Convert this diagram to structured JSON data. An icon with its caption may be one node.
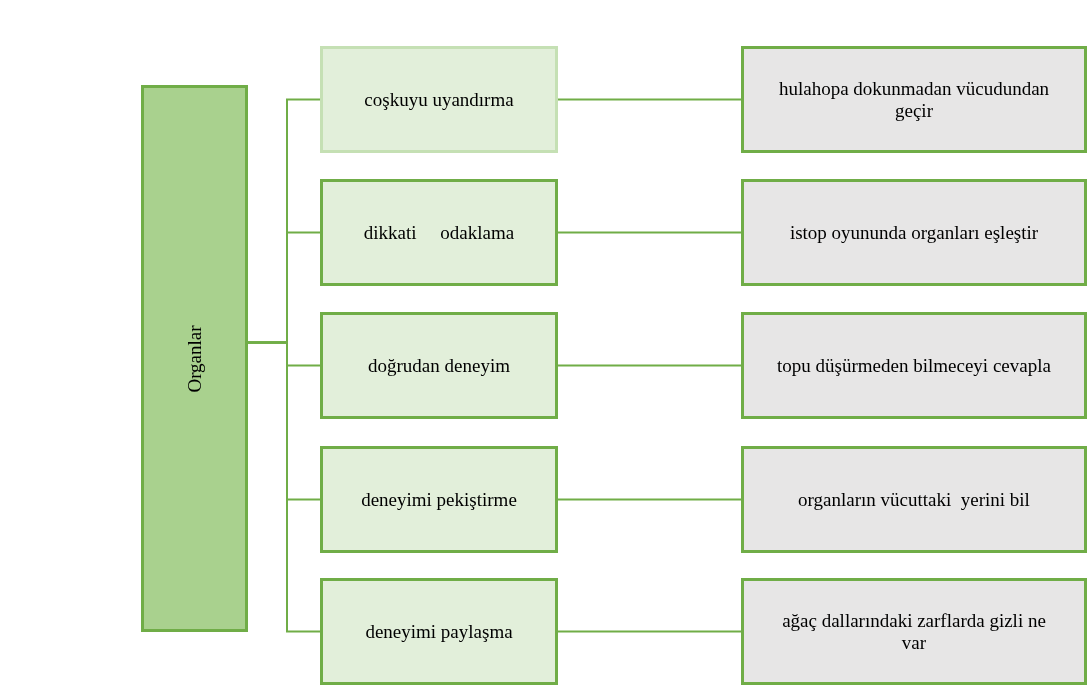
{
  "diagram": {
    "nodes": [
      {
        "text": [
          "Organlar"
        ]
      },
      {
        "text": [
          "coşkuyu uyandırma"
        ]
      },
      {
        "text": [
          "hulahopa dokunmadan vücudundan geçir"
        ]
      },
      {
        "text": [
          "dikkati     odaklama"
        ]
      },
      {
        "text": [
          "istop oyununda organları eşleştir"
        ]
      },
      {
        "text": [
          "doğrudan deneyim"
        ]
      },
      {
        "text": [
          "topu düşürmeden bilmeceyi cevapla"
        ]
      },
      {
        "text": [
          "deneyimi pekiştirme"
        ]
      },
      {
        "text": [
          "organların vücuttaki  yerini bil"
        ]
      },
      {
        "text": [
          "deneyimi paylaşma"
        ]
      },
      {
        "text": [
          "ağaç dallarındaki zarflarda gizli ne var"
        ]
      }
    ],
    "edges": [
      {
        "from": 0,
        "to": 1,
        "arrow": "none"
      },
      {
        "from": 0,
        "to": 3,
        "arrow": "none"
      },
      {
        "from": 0,
        "to": 5,
        "arrow": "none"
      },
      {
        "from": 0,
        "to": 7,
        "arrow": "none"
      },
      {
        "from": 0,
        "to": 9,
        "arrow": "none"
      },
      {
        "from": 1,
        "to": 2,
        "arrow": "none"
      },
      {
        "from": 3,
        "to": 4,
        "arrow": "none"
      },
      {
        "from": 5,
        "to": 6,
        "arrow": "none"
      },
      {
        "from": 7,
        "to": 8,
        "arrow": "none"
      },
      {
        "from": 9,
        "to": 10,
        "arrow": "none"
      }
    ]
  }
}
